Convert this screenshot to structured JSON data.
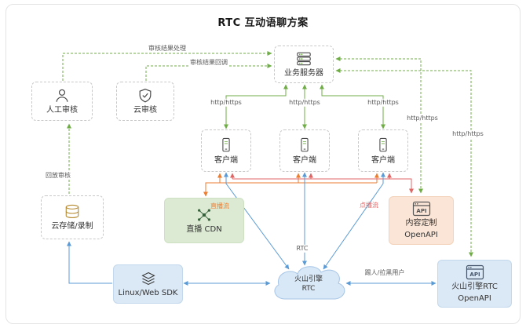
{
  "title": "RTC 互动语聊方案",
  "nodes": {
    "business_server": {
      "label": "业务服务器"
    },
    "manual_review": {
      "label": "人工审核"
    },
    "cloud_review": {
      "label": "云审核"
    },
    "client_a": {
      "label": "客户端"
    },
    "client_b": {
      "label": "客户端"
    },
    "client_c": {
      "label": "客户端"
    },
    "cloud_storage": {
      "label": "云存储/录制"
    },
    "live_cdn": {
      "label": "直播 CDN"
    },
    "content_custom": {
      "line1": "内容定制",
      "line2": "OpenAPI"
    },
    "sdk": {
      "label": "Linux/Web SDK"
    },
    "rtc_cloud": {
      "line1": "火山引擎",
      "line2": "RTC"
    },
    "rtc_openapi": {
      "line1": "火山引擎RTC",
      "line2": "OpenAPI"
    }
  },
  "labels": {
    "review_process": "审核结果处理",
    "review_callback": "审核结果回调",
    "http_https": "http/https",
    "playback": "回放审核",
    "live_stream": "直播流",
    "vod_stream": "点播流",
    "rtc": "RTC",
    "kick_user": "踢人/拉黑用户"
  },
  "icons": {
    "api_text": "API"
  },
  "colors": {
    "green": "#70ad47",
    "orange": "#ed7d31",
    "red": "#e06666",
    "blue": "#5b9bd5",
    "cdn_bg": "#dcead3",
    "api_bg": "#fbe5d6",
    "blue_bg": "#dbe8f5"
  }
}
